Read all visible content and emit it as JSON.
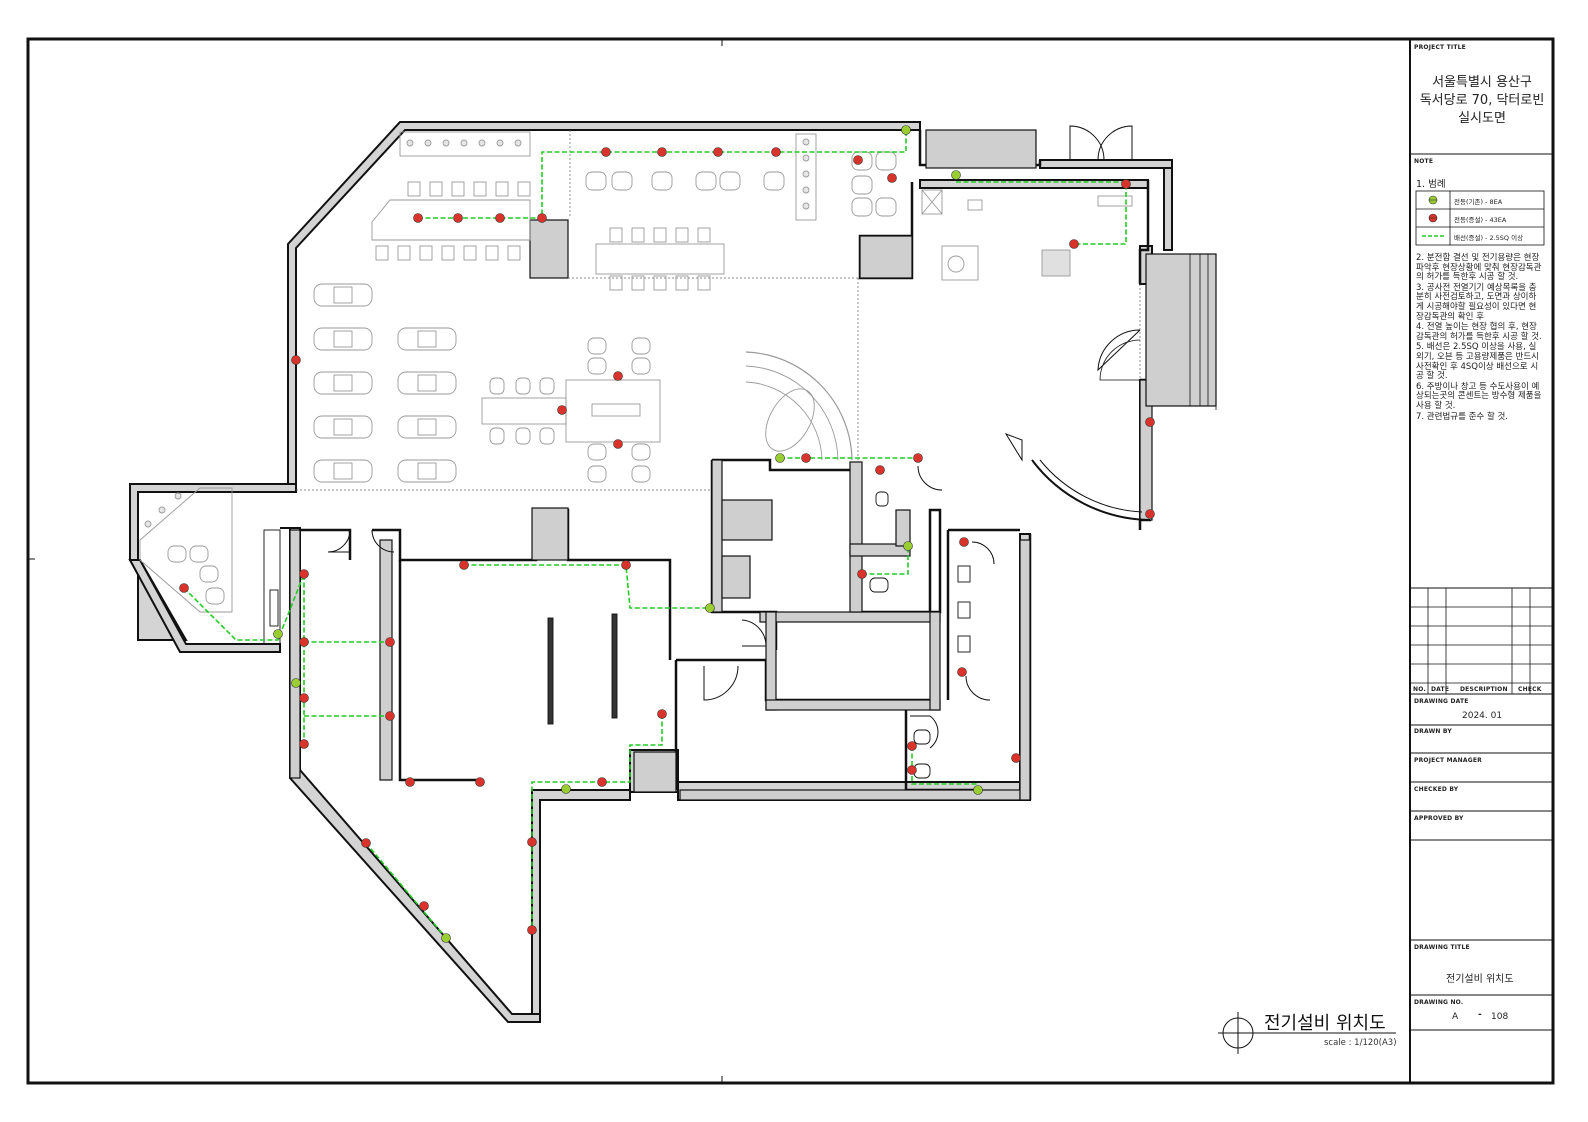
{
  "title_block": {
    "project_title_label": "PROJECT TITLE",
    "project_title": [
      "서울특별시 용산구",
      "독서당로 70, 닥터로빈",
      "실시도면"
    ],
    "notes_label": "NOTE",
    "legend_heading": "1. 범례",
    "legend": [
      {
        "symbol": "existing-outlet",
        "color": "#9acd32",
        "label": "전등(기존) - 8EA"
      },
      {
        "symbol": "new-outlet",
        "color": "#d9342b",
        "label": "전등(증설) - 43EA"
      },
      {
        "symbol": "wiring-line",
        "color": "#22cc22",
        "label": "배선(증설) - 2.5SQ 이상"
      }
    ],
    "notes": [
      "2. 분전함 결선 및 전기용량은 현장파악후 현장상황에 맞춰 현장감독관의 허가를 득한후 시공 할 것.",
      "3. 공사전 전열기기 예상목록을 충분히 사전검토하고, 도면과 상이하게 시공해야할 필요성이 있다면 현장감독관의 확인 후",
      "4. 전열 높이는 현장 협의 후, 현장감독관의 허가를 득한후 시공 할 것.",
      "5. 배선은 2.5SQ 이상을 사용, 실외기, 오븐 등 고용량제품은 반드시 사전확인 후 4SQ이상 배선으로 시공 할 것.",
      "6. 주방이나 창고 등 수도사용이 예상되는곳의 콘센트는 방수형 제품을 사용 할 것.",
      "7. 관련법규를 준수 할 것."
    ],
    "rev_headers": [
      "NO.",
      "DATE",
      "DESCRIPTION",
      "CHECK"
    ],
    "drawing_date_label": "DRAWING DATE",
    "drawing_date": "2024. 01",
    "drawn_by_label": "DRAWN BY",
    "project_manager_label": "PROJECT MANAGER",
    "checked_by_label": "CHECKED BY",
    "approved_by_label": "APPROVED BY",
    "drawing_title_label": "DRAWING TITLE",
    "drawing_title": "전기설비 위치도",
    "drawing_no_label": "DRAWING NO.",
    "drawing_no_prefix": "A",
    "drawing_no_dash": "-",
    "drawing_no": "108"
  },
  "plan": {
    "title": "전기설비 위치도",
    "scale": "scale : 1/120(A3)"
  },
  "colors": {
    "wall": "#111111",
    "wall_fill": "#d4d4d4",
    "furniture": "#9a9a9a",
    "wiring": "#22cc22",
    "outlet_new": "#d9342b",
    "outlet_existing": "#9acd32"
  }
}
